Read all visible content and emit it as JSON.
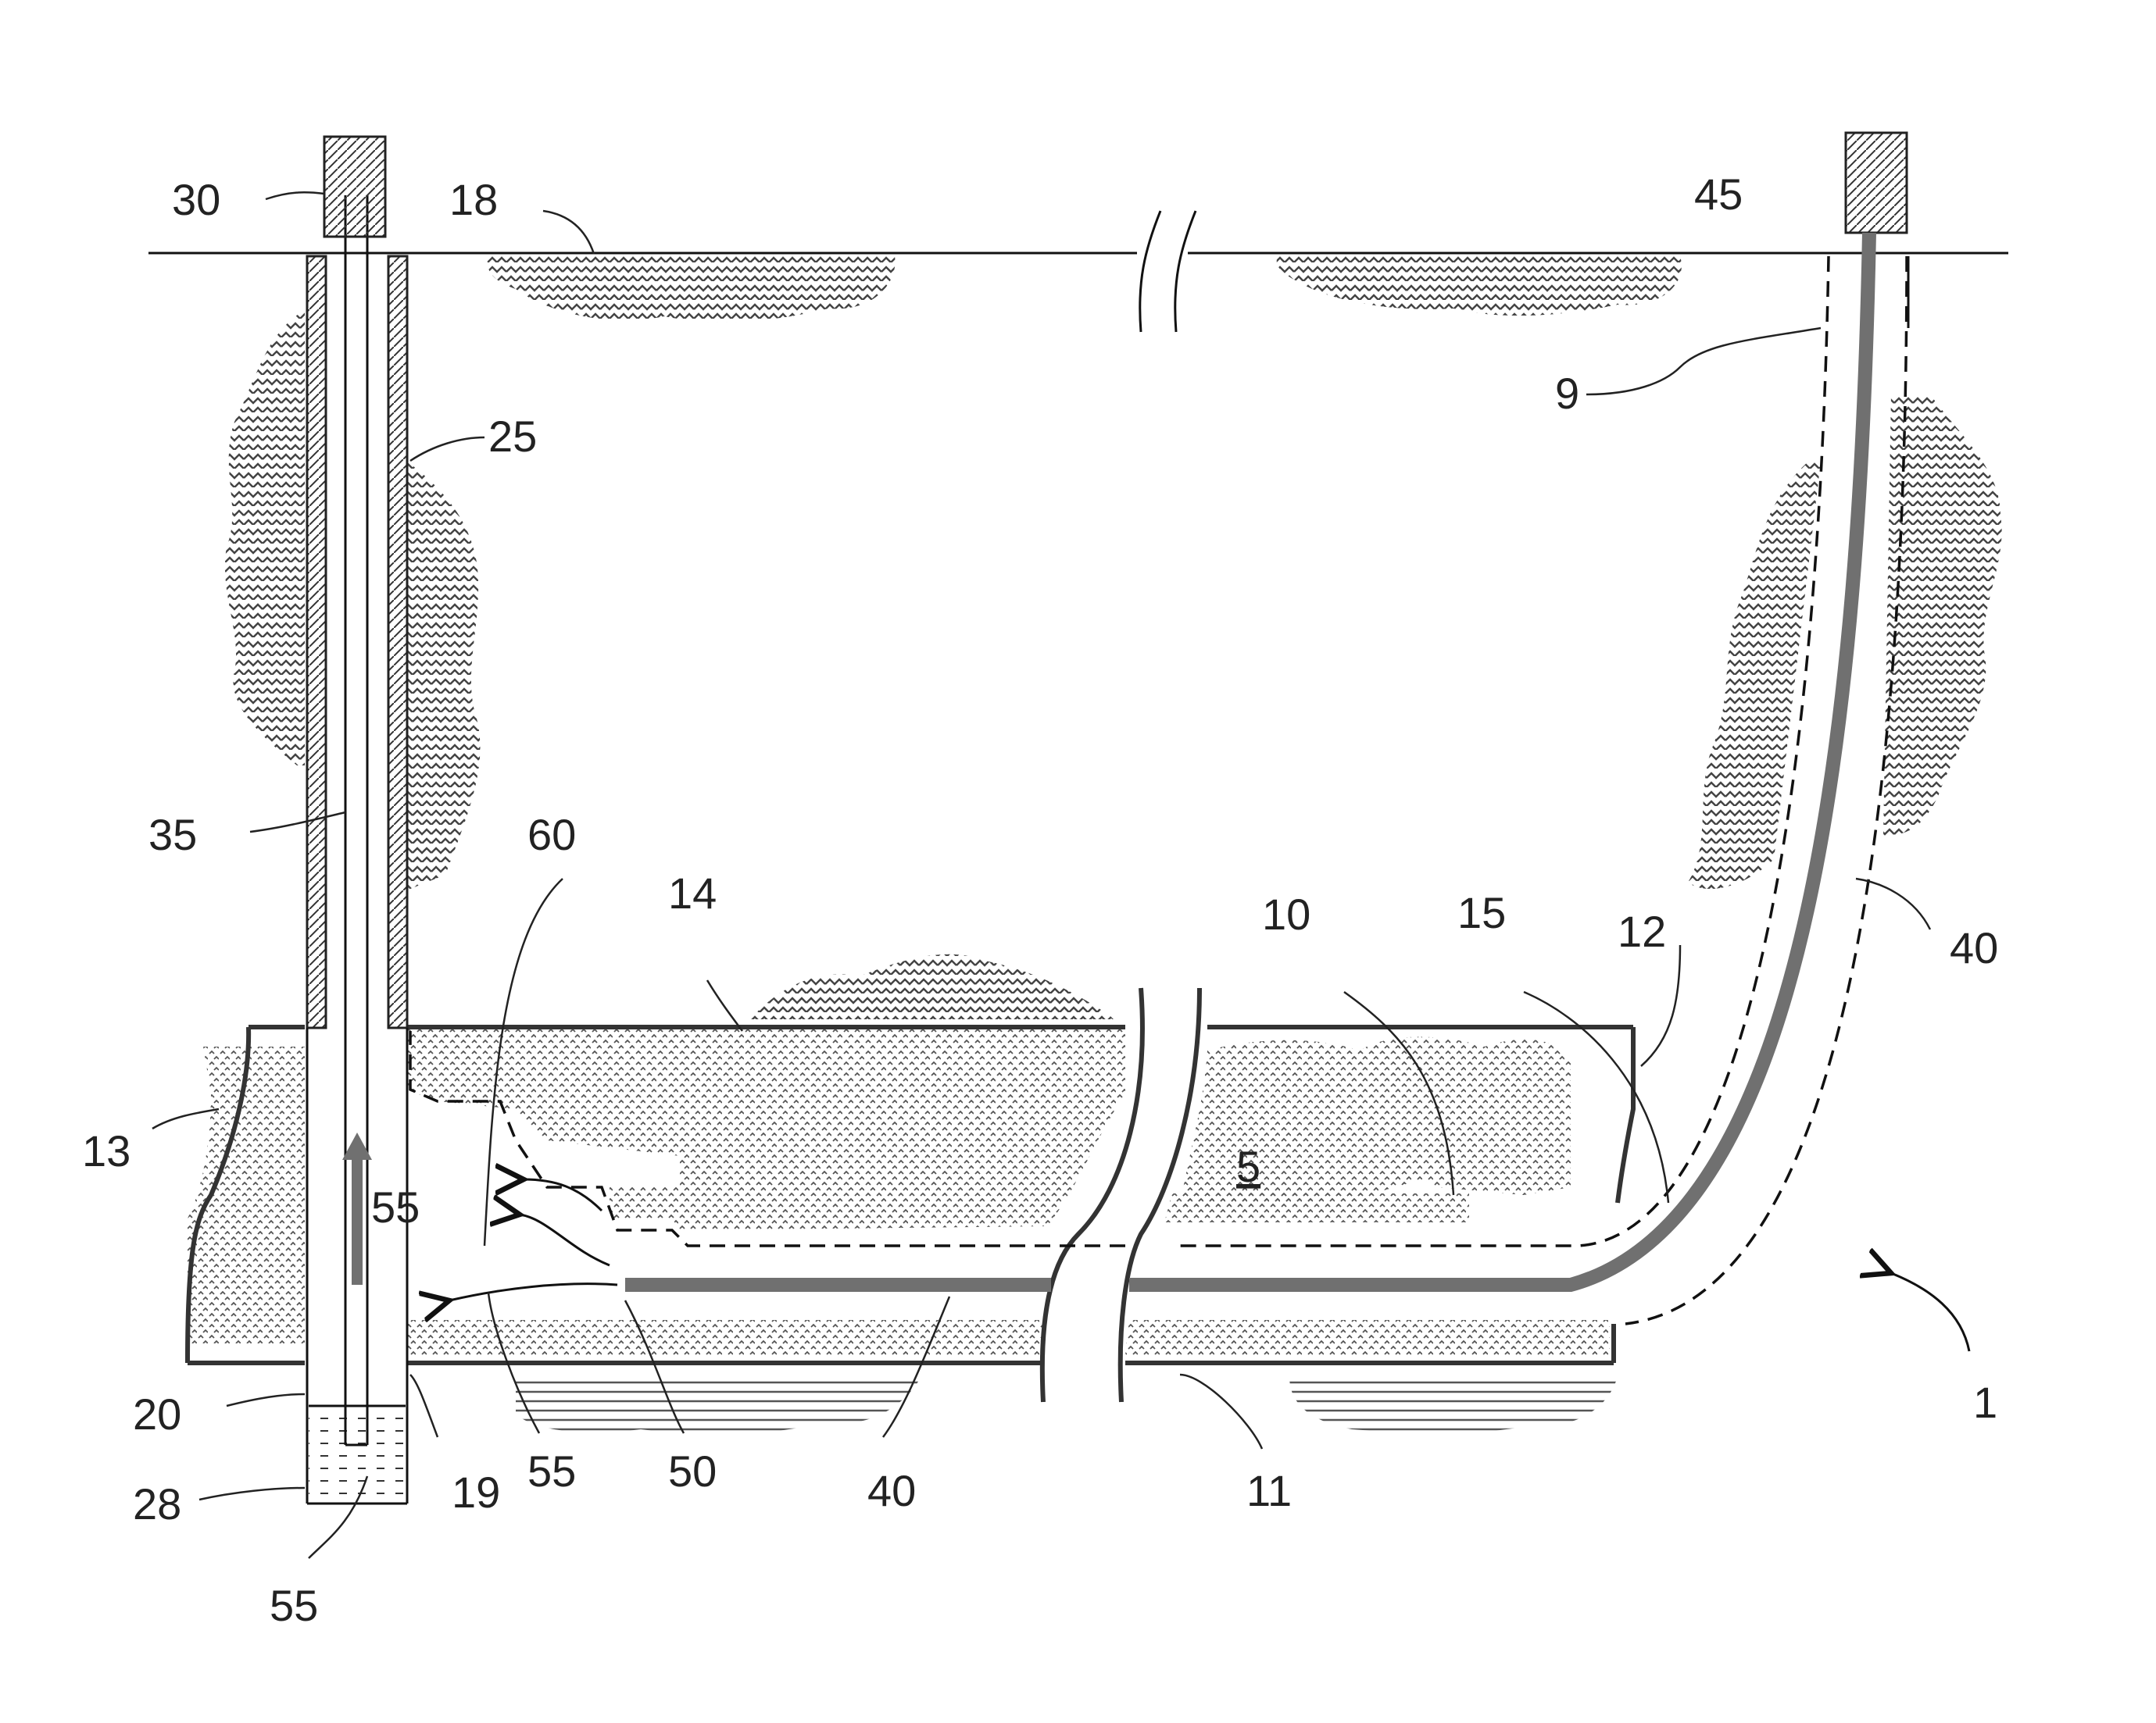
{
  "labels": {
    "l1": "1",
    "l5": "5",
    "l9": "9",
    "l10": "10",
    "l11": "11",
    "l12": "12",
    "l13": "13",
    "l14": "14",
    "l15": "15",
    "l18": "18",
    "l19": "19",
    "l20": "20",
    "l25": "25",
    "l28": "28",
    "l30": "30",
    "l35": "35",
    "l40a": "40",
    "l40b": "40",
    "l45": "45",
    "l50": "50",
    "l55a": "55",
    "l55b": "55",
    "l55c": "55",
    "l60": "60"
  },
  "colors": {
    "line": "#111111",
    "pipe": "#707070",
    "hatch": "#444444",
    "background": "#ffffff"
  }
}
